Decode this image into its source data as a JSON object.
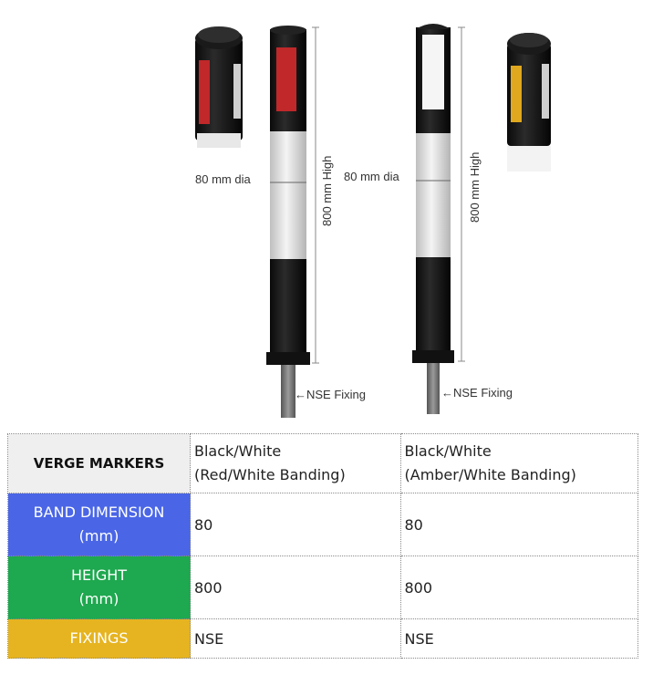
{
  "figure": {
    "left_post": {
      "diameter_label": "80 mm dia",
      "height_label": "800 mm High",
      "fixing_label": "←NSE Fixing",
      "band_color": "#c0282a"
    },
    "right_post": {
      "diameter_label": "80 mm dia",
      "height_label": "800 mm High",
      "fixing_label": "←NSE Fixing",
      "band_color": "#e0a81e"
    }
  },
  "table": {
    "header": {
      "label": "VERGE MARKERS",
      "col1": {
        "line1": "Black/White",
        "line2": "(Red/White Banding)"
      },
      "col2": {
        "line1": "Black/White",
        "line2": "(Amber/White Banding)"
      }
    },
    "rows": [
      {
        "label_line1": "BAND DIMENSION",
        "label_line2": "(mm)",
        "color": "#4a66e6",
        "col1": "80",
        "col2": "80"
      },
      {
        "label_line1": "HEIGHT",
        "label_line2": "(mm)",
        "color": "#1ea84f",
        "col1": "800",
        "col2": "800"
      },
      {
        "label_line1": "FIXINGS",
        "label_line2": "",
        "color": "#e6b420",
        "col1": "NSE",
        "col2": "NSE"
      }
    ]
  }
}
